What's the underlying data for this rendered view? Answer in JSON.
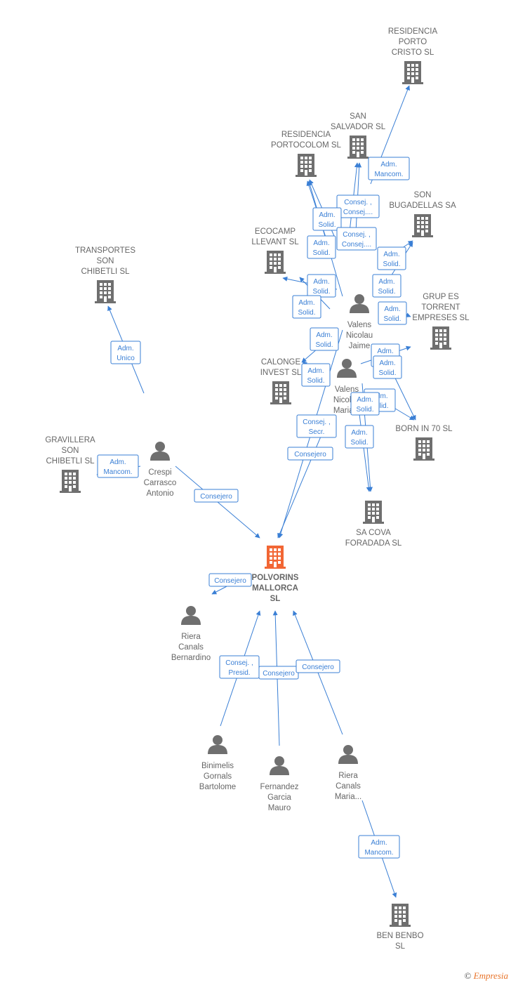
{
  "colors": {
    "edge": "#3a7fd5",
    "node": "#6f6f6f",
    "main_node": "#f26634",
    "text": "#666666"
  },
  "nodes": [
    {
      "id": "polvorins",
      "type": "company",
      "main": true,
      "label": [
        "POLVORINS",
        "MALLORCA",
        "SL"
      ]
    },
    {
      "id": "residencia_porto",
      "type": "company",
      "label": [
        "RESIDENCIA",
        "PORTO",
        "CRISTO SL"
      ]
    },
    {
      "id": "san_salvador",
      "type": "company",
      "label": [
        "SAN",
        "SALVADOR SL"
      ]
    },
    {
      "id": "residencia_portocolom",
      "type": "company",
      "label": [
        "RESIDENCIA",
        "PORTOCOLOM SL"
      ]
    },
    {
      "id": "son_bugadellas",
      "type": "company",
      "label": [
        "SON",
        "BUGADELLAS SA"
      ]
    },
    {
      "id": "ecocamp",
      "type": "company",
      "label": [
        "ECOCAMP",
        "LLEVANT  SL"
      ]
    },
    {
      "id": "transportes",
      "type": "company",
      "label": [
        "TRANSPORTES",
        "SON",
        "CHIBETLI  SL"
      ]
    },
    {
      "id": "grup_es_torrent",
      "type": "company",
      "label": [
        "GRUP ES",
        "TORRENT",
        "EMPRESES  SL"
      ]
    },
    {
      "id": "calonge",
      "type": "company",
      "label": [
        "CALONGE",
        "INVEST  SL"
      ]
    },
    {
      "id": "born_in_70",
      "type": "company",
      "label": [
        "BORN IN 70 SL"
      ]
    },
    {
      "id": "gravillera",
      "type": "company",
      "label": [
        "GRAVILLERA",
        "SON",
        "CHIBETLI SL"
      ]
    },
    {
      "id": "sa_cova",
      "type": "company",
      "label": [
        "SA COVA",
        "FORADADA  SL"
      ]
    },
    {
      "id": "ben_benbo",
      "type": "company",
      "label": [
        "BEN BENBO",
        "SL"
      ]
    },
    {
      "id": "valens_jaime",
      "type": "person",
      "label": [
        "Valens",
        "Nicolau",
        "Jaime"
      ]
    },
    {
      "id": "valens_maria",
      "type": "person",
      "label": [
        "Valens",
        "Nicolau",
        "Maria..."
      ]
    },
    {
      "id": "crespi",
      "type": "person",
      "label": [
        "Crespi",
        "Carrasco",
        "Antonio"
      ]
    },
    {
      "id": "riera_bernardino",
      "type": "person",
      "label": [
        "Riera",
        "Canals",
        "Bernardino"
      ]
    },
    {
      "id": "binimelis",
      "type": "person",
      "label": [
        "Binimelis",
        "Gornals",
        "Bartolome"
      ]
    },
    {
      "id": "fernandez",
      "type": "person",
      "label": [
        "Fernandez",
        "Garcia",
        "Mauro"
      ]
    },
    {
      "id": "riera_maria",
      "type": "person",
      "label": [
        "Riera",
        "Canals",
        "Maria..."
      ]
    }
  ],
  "edges": [
    {
      "label": [
        "Adm.",
        "Mancom."
      ]
    },
    {
      "label": [
        "Consej. ,",
        "Consej...."
      ]
    },
    {
      "label": [
        "Adm.",
        "Solid."
      ]
    },
    {
      "label": [
        "Consej. ,",
        "Consej...."
      ]
    },
    {
      "label": [
        "Adm.",
        "Solid."
      ]
    },
    {
      "label": [
        "Adm.",
        "Solid."
      ]
    },
    {
      "label": [
        "Adm.",
        "Solid."
      ]
    },
    {
      "label": [
        "Adm.",
        "Solid."
      ]
    },
    {
      "label": [
        "Adm.",
        "Solid."
      ]
    },
    {
      "label": [
        "Adm.",
        "Solid."
      ]
    },
    {
      "label": [
        "Adm.",
        "Solid."
      ]
    },
    {
      "label": [
        "Adm.",
        "Solid."
      ]
    },
    {
      "label": [
        "Adm.",
        "Solid."
      ]
    },
    {
      "label": [
        "Adm.",
        "Solid."
      ]
    },
    {
      "label": [
        "Adm.",
        "Solid."
      ]
    },
    {
      "label": [
        "Adm.",
        "Solid."
      ]
    },
    {
      "label": [
        "Adm.",
        "Solid."
      ]
    },
    {
      "label": [
        "Adm.",
        "Solid."
      ]
    },
    {
      "label": [
        "Consej. ,",
        "Secr."
      ]
    },
    {
      "label": [
        "Consejero"
      ]
    },
    {
      "label": [
        "Adm.",
        "Unico"
      ]
    },
    {
      "label": [
        "Adm.",
        "Mancom."
      ]
    },
    {
      "label": [
        "Consejero"
      ]
    },
    {
      "label": [
        "Consejero"
      ]
    },
    {
      "label": [
        "Consej. ,",
        "Presid."
      ]
    },
    {
      "label": [
        "Consejero"
      ]
    },
    {
      "label": [
        "Consejero"
      ]
    },
    {
      "label": [
        "Adm.",
        "Mancom."
      ]
    }
  ],
  "footer": {
    "copyright": "©",
    "brand": "Empresia"
  }
}
